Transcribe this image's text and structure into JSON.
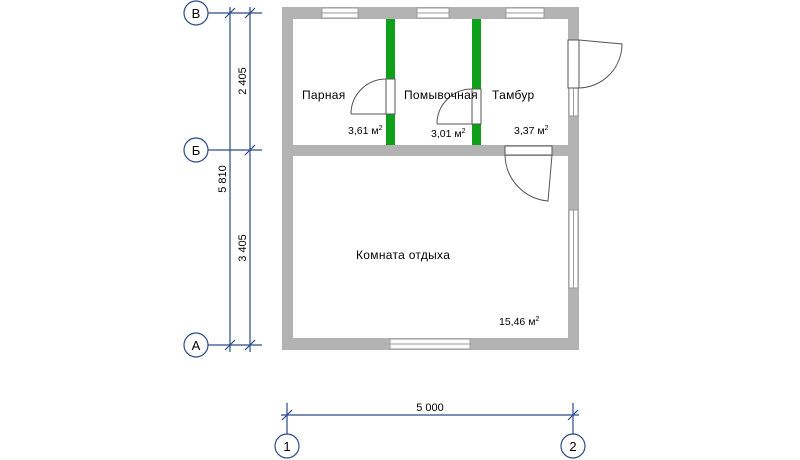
{
  "axes": {
    "rows": {
      "v": "В",
      "b": "Б",
      "a": "А"
    },
    "cols": {
      "c1": "1",
      "c2": "2"
    }
  },
  "dimensions": {
    "total_height": "5 810",
    "upper_span": "2 405",
    "lower_span": "3 405",
    "total_width": "5 000"
  },
  "rooms": {
    "steam": {
      "name": "Парная",
      "area": "3,61 м",
      "unit_power": "2"
    },
    "wash": {
      "name": "Помывочная",
      "area": "3,01 м",
      "unit_power": "2"
    },
    "vestibule": {
      "name": "Тамбур",
      "area": "3,37 м",
      "unit_power": "2"
    },
    "rest": {
      "name": "Комната отдыха",
      "area": "15,46 м",
      "unit_power": "2"
    }
  },
  "colors": {
    "wall": "#b3b3b3",
    "partition": "#0fa01a",
    "dimension_line": "#2a4a8a"
  }
}
